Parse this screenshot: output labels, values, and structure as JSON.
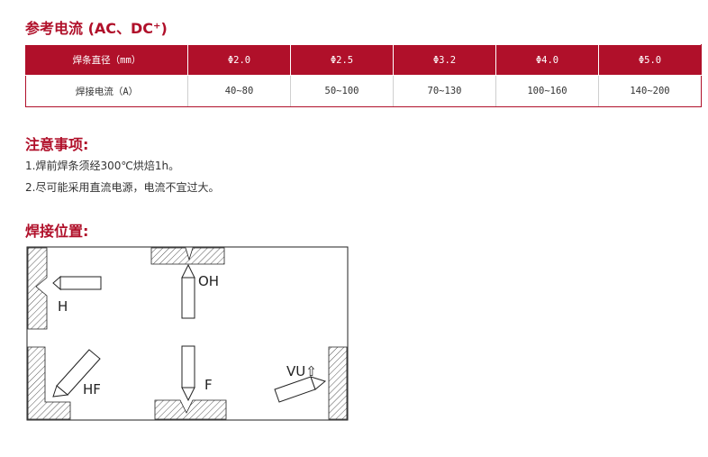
{
  "sections": {
    "current_title": "参考电流 (AC、DC⁺)",
    "notes_title": "注意事项:",
    "positions_title": "焊接位置:"
  },
  "table": {
    "header": [
      "焊条直径（mm）",
      "Φ2.0",
      "Φ2.5",
      "Φ3.2",
      "Φ4.0",
      "Φ5.0"
    ],
    "row": [
      "焊接电流（A）",
      "40~80",
      "50~100",
      "70~130",
      "100~160",
      "140~200"
    ]
  },
  "notes": [
    "1.焊前焊条须经300℃烘焙1h。",
    "2.尽可能采用直流电源，电流不宜过大。"
  ],
  "diagram": {
    "labels": {
      "h": "H",
      "oh": "OH",
      "hf": "HF",
      "f": "F",
      "vu": "VU⇧"
    }
  },
  "colors": {
    "accent": "#b0102a"
  }
}
